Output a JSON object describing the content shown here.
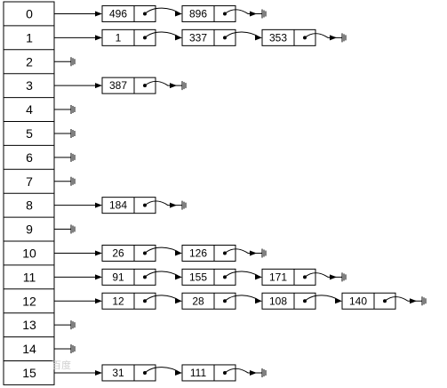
{
  "buckets": [
    {
      "index": "0",
      "nodes": [
        "496",
        "896"
      ]
    },
    {
      "index": "1",
      "nodes": [
        "1",
        "337",
        "353"
      ]
    },
    {
      "index": "2",
      "nodes": []
    },
    {
      "index": "3",
      "nodes": [
        "387"
      ]
    },
    {
      "index": "4",
      "nodes": []
    },
    {
      "index": "5",
      "nodes": []
    },
    {
      "index": "6",
      "nodes": []
    },
    {
      "index": "7",
      "nodes": []
    },
    {
      "index": "8",
      "nodes": [
        "184"
      ]
    },
    {
      "index": "9",
      "nodes": []
    },
    {
      "index": "10",
      "nodes": [
        "26",
        "126"
      ]
    },
    {
      "index": "11",
      "nodes": [
        "91",
        "155",
        "171"
      ]
    },
    {
      "index": "12",
      "nodes": [
        "12",
        "28",
        "108",
        "140"
      ]
    },
    {
      "index": "13",
      "nodes": []
    },
    {
      "index": "14",
      "nodes": []
    },
    {
      "index": "15",
      "nodes": [
        "31",
        "111"
      ]
    }
  ],
  "watermark": "百度"
}
